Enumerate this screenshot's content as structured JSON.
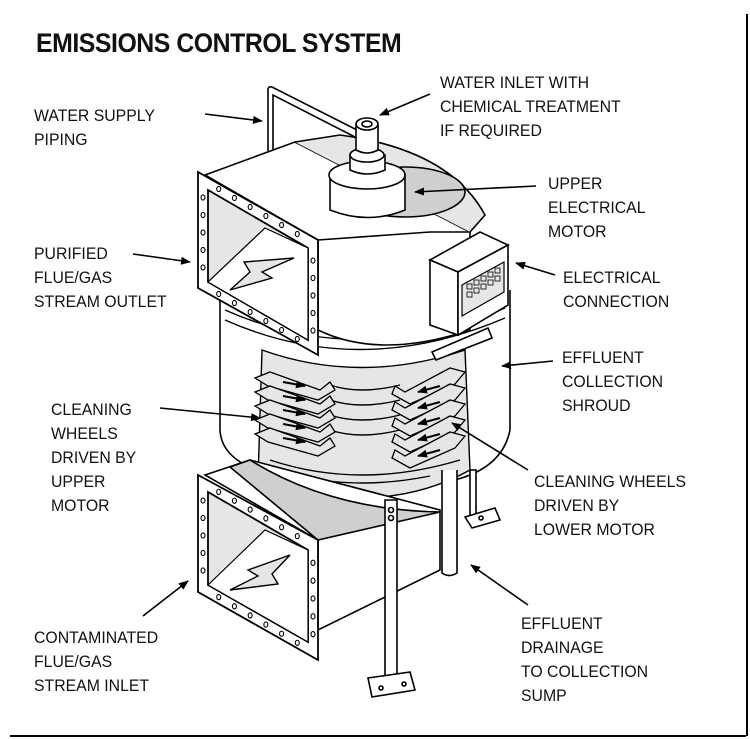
{
  "title": "EMISSIONS CONTROL SYSTEM",
  "colors": {
    "line": "#000000",
    "fill_light": "#e6e6e6",
    "fill_mid": "#cfcfcf",
    "background": "#ffffff"
  },
  "labels": {
    "water_supply_piping": "WATER SUPPLY\nPIPING",
    "water_inlet": "WATER INLET WITH\nCHEMICAL TREATMENT\nIF REQUIRED",
    "upper_electrical_motor": "UPPER\nELECTRICAL\nMOTOR",
    "purified_outlet": "PURIFIED\nFLUE/GAS\nSTREAM OUTLET",
    "electrical_connection": "ELECTRICAL\nCONNECTION",
    "effluent_collection_shroud": "EFFLUENT\nCOLLECTION\nSHROUD",
    "cleaning_wheels_upper": "CLEANING\nWHEELS\nDRIVEN BY\nUPPER\nMOTOR",
    "cleaning_wheels_lower": "CLEANING WHEELS\nDRIVEN BY\nLOWER MOTOR",
    "contaminated_inlet": "CONTAMINATED\nFLUE/GAS\nSTREAM INLET",
    "effluent_drainage": "EFFLUENT\nDRAINAGE\nTO COLLECTION\nSUMP"
  },
  "icons": {
    "outlet_arrow": "arrow-down-left-icon",
    "inlet_arrow": "arrow-up-right-icon"
  }
}
